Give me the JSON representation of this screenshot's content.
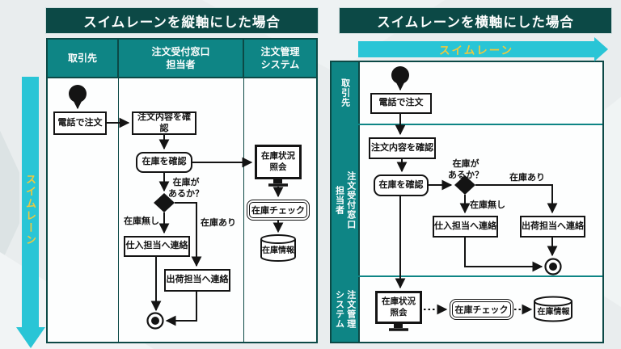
{
  "colors": {
    "dark_teal": "#0c4946",
    "lane_teal": "#0e8585",
    "cyan": "#29c5d6",
    "yellow": "#eec93f",
    "node_border": "#141414",
    "background": "#e9edee"
  },
  "left": {
    "title": "スイムレーンを縦軸にした場合",
    "swimlane_label": "スイムレーン",
    "lanes": [
      "取引先",
      "注文受付窓口\n担当者",
      "注文管理\nシステム"
    ],
    "nodes": {
      "phone_order": "電話で注文",
      "confirm_order": "注文内容を確認",
      "check_stock": "在庫を確認",
      "inquiry": "在庫状況\n照会",
      "stock_check": "在庫チェック",
      "stock_info": "在庫情報",
      "contact_purchase": "仕入担当へ連絡",
      "contact_ship": "出荷担当へ連絡"
    },
    "labels": {
      "question": "在庫が\nあるか？",
      "no_stock": "在庫無し",
      "has_stock": "在庫あり"
    }
  },
  "right": {
    "title": "スイムレーンを横軸にした場合",
    "swimlane_label": "スイムレーン",
    "lanes": [
      "取引先",
      "注文受付窓口\n担当者",
      "注文管理\nシステム"
    ],
    "nodes": {
      "phone_order": "電話で注文",
      "confirm_order": "注文内容を確認",
      "check_stock": "在庫を確認",
      "inquiry": "在庫状況\n照会",
      "stock_check": "在庫チェック",
      "stock_info": "在庫情報",
      "contact_purchase": "仕入担当へ連絡",
      "contact_ship": "出荷担当へ連絡"
    },
    "labels": {
      "question": "在庫が\nあるか？",
      "no_stock": "在庫無し",
      "has_stock": "在庫あり"
    }
  }
}
